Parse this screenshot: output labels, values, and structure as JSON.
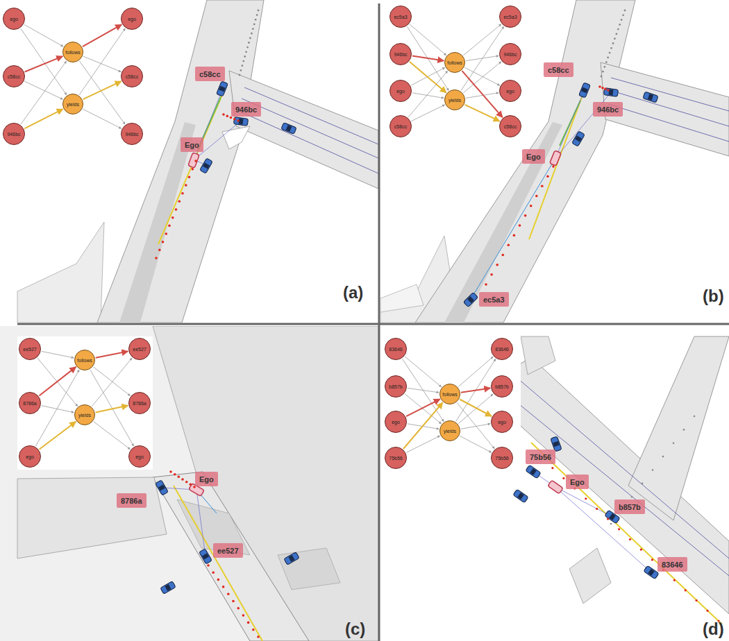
{
  "diagram": {
    "nodes": [
      {
        "text": [
          "ego"
        ]
      },
      {
        "text": [
          "c58cc"
        ]
      },
      {
        "text": [
          "946bc"
        ]
      },
      {
        "text": [
          "follows"
        ]
      },
      {
        "text": [
          "yields"
        ]
      },
      {
        "text": [
          "ego"
        ]
      },
      {
        "text": [
          "c58cc"
        ]
      },
      {
        "text": [
          "946bc"
        ]
      },
      {
        "text": [
          "c58cc"
        ]
      },
      {
        "text": [
          "946bc"
        ]
      },
      {
        "text": [
          "Ego"
        ]
      },
      {
        "text": [
          "ec5a3"
        ]
      },
      {
        "text": [
          "946bc"
        ]
      },
      {
        "text": [
          "ego"
        ]
      },
      {
        "text": [
          "c58cc"
        ]
      },
      {
        "text": [
          "follows"
        ]
      },
      {
        "text": [
          "yields"
        ]
      },
      {
        "text": [
          "ec5a3"
        ]
      },
      {
        "text": [
          "946bc"
        ]
      },
      {
        "text": [
          "ego"
        ]
      },
      {
        "text": [
          "c58cc"
        ]
      },
      {
        "text": [
          "c58cc"
        ]
      },
      {
        "text": [
          "946bc"
        ]
      },
      {
        "text": [
          "Ego"
        ]
      },
      {
        "text": [
          "ec5a3"
        ]
      },
      {
        "text": [
          "ee527"
        ]
      },
      {
        "text": [
          "8786a"
        ]
      },
      {
        "text": [
          "ego"
        ]
      },
      {
        "text": [
          "follows"
        ]
      },
      {
        "text": [
          "yields"
        ]
      },
      {
        "text": [
          "ee527"
        ]
      },
      {
        "text": [
          "8786a"
        ]
      },
      {
        "text": [
          "ego"
        ]
      },
      {
        "text": [
          "Ego"
        ]
      },
      {
        "text": [
          "8786a"
        ]
      },
      {
        "text": [
          "ee527"
        ]
      },
      {
        "text": [
          "83646"
        ]
      },
      {
        "text": [
          "b857b"
        ]
      },
      {
        "text": [
          "ego"
        ]
      },
      {
        "text": [
          "75b56"
        ]
      },
      {
        "text": [
          "follows"
        ]
      },
      {
        "text": [
          "yields"
        ]
      },
      {
        "text": [
          "83646"
        ]
      },
      {
        "text": [
          "b857b"
        ]
      },
      {
        "text": [
          "ego"
        ]
      },
      {
        "text": [
          "75b56"
        ]
      },
      {
        "text": [
          "75b56"
        ]
      },
      {
        "text": [
          "Ego"
        ]
      },
      {
        "text": [
          "b857b"
        ]
      },
      {
        "text": [
          "83646"
        ]
      }
    ],
    "edges": [
      {
        "from": 0,
        "to": 3,
        "arrow": "to"
      },
      {
        "from": 0,
        "to": 4,
        "arrow": "to"
      },
      {
        "from": 1,
        "to": 3,
        "arrow": "to"
      },
      {
        "from": 1,
        "to": 4,
        "arrow": "to"
      },
      {
        "from": 2,
        "to": 3,
        "arrow": "to"
      },
      {
        "from": 2,
        "to": 4,
        "arrow": "to"
      },
      {
        "from": 3,
        "to": 5,
        "arrow": "to"
      },
      {
        "from": 3,
        "to": 6,
        "arrow": "to"
      },
      {
        "from": 3,
        "to": 7,
        "arrow": "to"
      },
      {
        "from": 4,
        "to": 5,
        "arrow": "to"
      },
      {
        "from": 4,
        "to": 6,
        "arrow": "to"
      },
      {
        "from": 4,
        "to": 7,
        "arrow": "to"
      },
      {
        "from": 11,
        "to": 15,
        "arrow": "to"
      },
      {
        "from": 11,
        "to": 16,
        "arrow": "to"
      },
      {
        "from": 12,
        "to": 15,
        "arrow": "to"
      },
      {
        "from": 12,
        "to": 16,
        "arrow": "to"
      },
      {
        "from": 13,
        "to": 15,
        "arrow": "to"
      },
      {
        "from": 13,
        "to": 16,
        "arrow": "to"
      },
      {
        "from": 14,
        "to": 15,
        "arrow": "to"
      },
      {
        "from": 14,
        "to": 16,
        "arrow": "to"
      },
      {
        "from": 15,
        "to": 17,
        "arrow": "to"
      },
      {
        "from": 15,
        "to": 18,
        "arrow": "to"
      },
      {
        "from": 15,
        "to": 19,
        "arrow": "to"
      },
      {
        "from": 15,
        "to": 20,
        "arrow": "to"
      },
      {
        "from": 16,
        "to": 17,
        "arrow": "to"
      },
      {
        "from": 16,
        "to": 18,
        "arrow": "to"
      },
      {
        "from": 16,
        "to": 19,
        "arrow": "to"
      },
      {
        "from": 16,
        "to": 20,
        "arrow": "to"
      },
      {
        "from": 25,
        "to": 28,
        "arrow": "to"
      },
      {
        "from": 25,
        "to": 29,
        "arrow": "to"
      },
      {
        "from": 26,
        "to": 28,
        "arrow": "to"
      },
      {
        "from": 26,
        "to": 29,
        "arrow": "to"
      },
      {
        "from": 27,
        "to": 28,
        "arrow": "to"
      },
      {
        "from": 27,
        "to": 29,
        "arrow": "to"
      },
      {
        "from": 28,
        "to": 30,
        "arrow": "to"
      },
      {
        "from": 28,
        "to": 31,
        "arrow": "to"
      },
      {
        "from": 28,
        "to": 32,
        "arrow": "to"
      },
      {
        "from": 29,
        "to": 30,
        "arrow": "to"
      },
      {
        "from": 29,
        "to": 31,
        "arrow": "to"
      },
      {
        "from": 29,
        "to": 32,
        "arrow": "to"
      },
      {
        "from": 36,
        "to": 40,
        "arrow": "to"
      },
      {
        "from": 36,
        "to": 41,
        "arrow": "to"
      },
      {
        "from": 37,
        "to": 40,
        "arrow": "to"
      },
      {
        "from": 37,
        "to": 41,
        "arrow": "to"
      },
      {
        "from": 38,
        "to": 40,
        "arrow": "to"
      },
      {
        "from": 38,
        "to": 41,
        "arrow": "to"
      },
      {
        "from": 39,
        "to": 40,
        "arrow": "to"
      },
      {
        "from": 39,
        "to": 41,
        "arrow": "to"
      },
      {
        "from": 40,
        "to": 42,
        "arrow": "to"
      },
      {
        "from": 40,
        "to": 43,
        "arrow": "to"
      },
      {
        "from": 40,
        "to": 44,
        "arrow": "to"
      },
      {
        "from": 40,
        "to": 45,
        "arrow": "to"
      },
      {
        "from": 41,
        "to": 42,
        "arrow": "to"
      },
      {
        "from": 41,
        "to": 43,
        "arrow": "to"
      },
      {
        "from": 41,
        "to": 44,
        "arrow": "to"
      },
      {
        "from": 41,
        "to": 45,
        "arrow": "to"
      }
    ],
    "labels": [
      "(a)",
      "(b)",
      "(c)",
      "(d)"
    ]
  }
}
